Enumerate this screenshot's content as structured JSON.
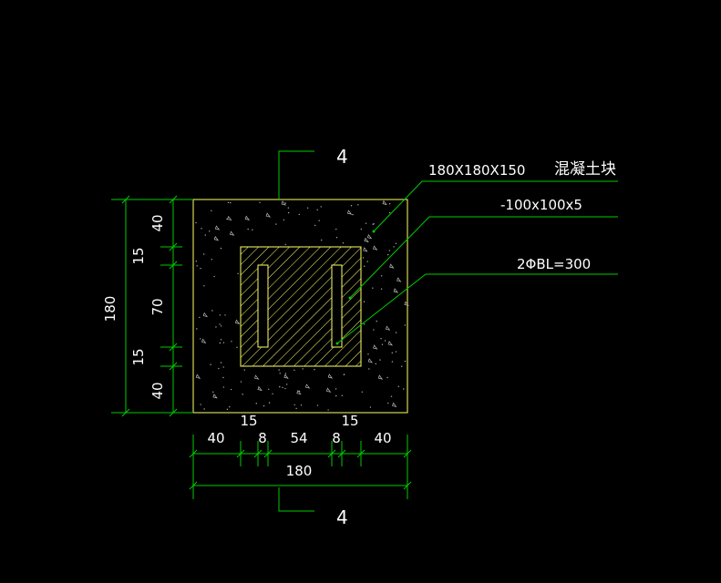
{
  "colors": {
    "background": "#000000",
    "outline": "#ffff66",
    "dimension": "#00cc00",
    "leader": "#00cc00",
    "text": "#ffffff",
    "hatch": "#ffff66"
  },
  "section": {
    "mark_top": "4",
    "mark_bottom": "4"
  },
  "labels": {
    "block_size": "180X180X150",
    "block_name": "混凝土块",
    "plate": "-100x100x5",
    "rebar": "2ΦBL=300"
  },
  "dimensions": {
    "left_total": "180",
    "left_segments": [
      "40",
      "15",
      "70",
      "15",
      "40"
    ],
    "bottom_top_row": [
      "15",
      "15"
    ],
    "bottom_segments": [
      "40",
      "8",
      "54",
      "8",
      "40"
    ],
    "bottom_total": "180"
  }
}
